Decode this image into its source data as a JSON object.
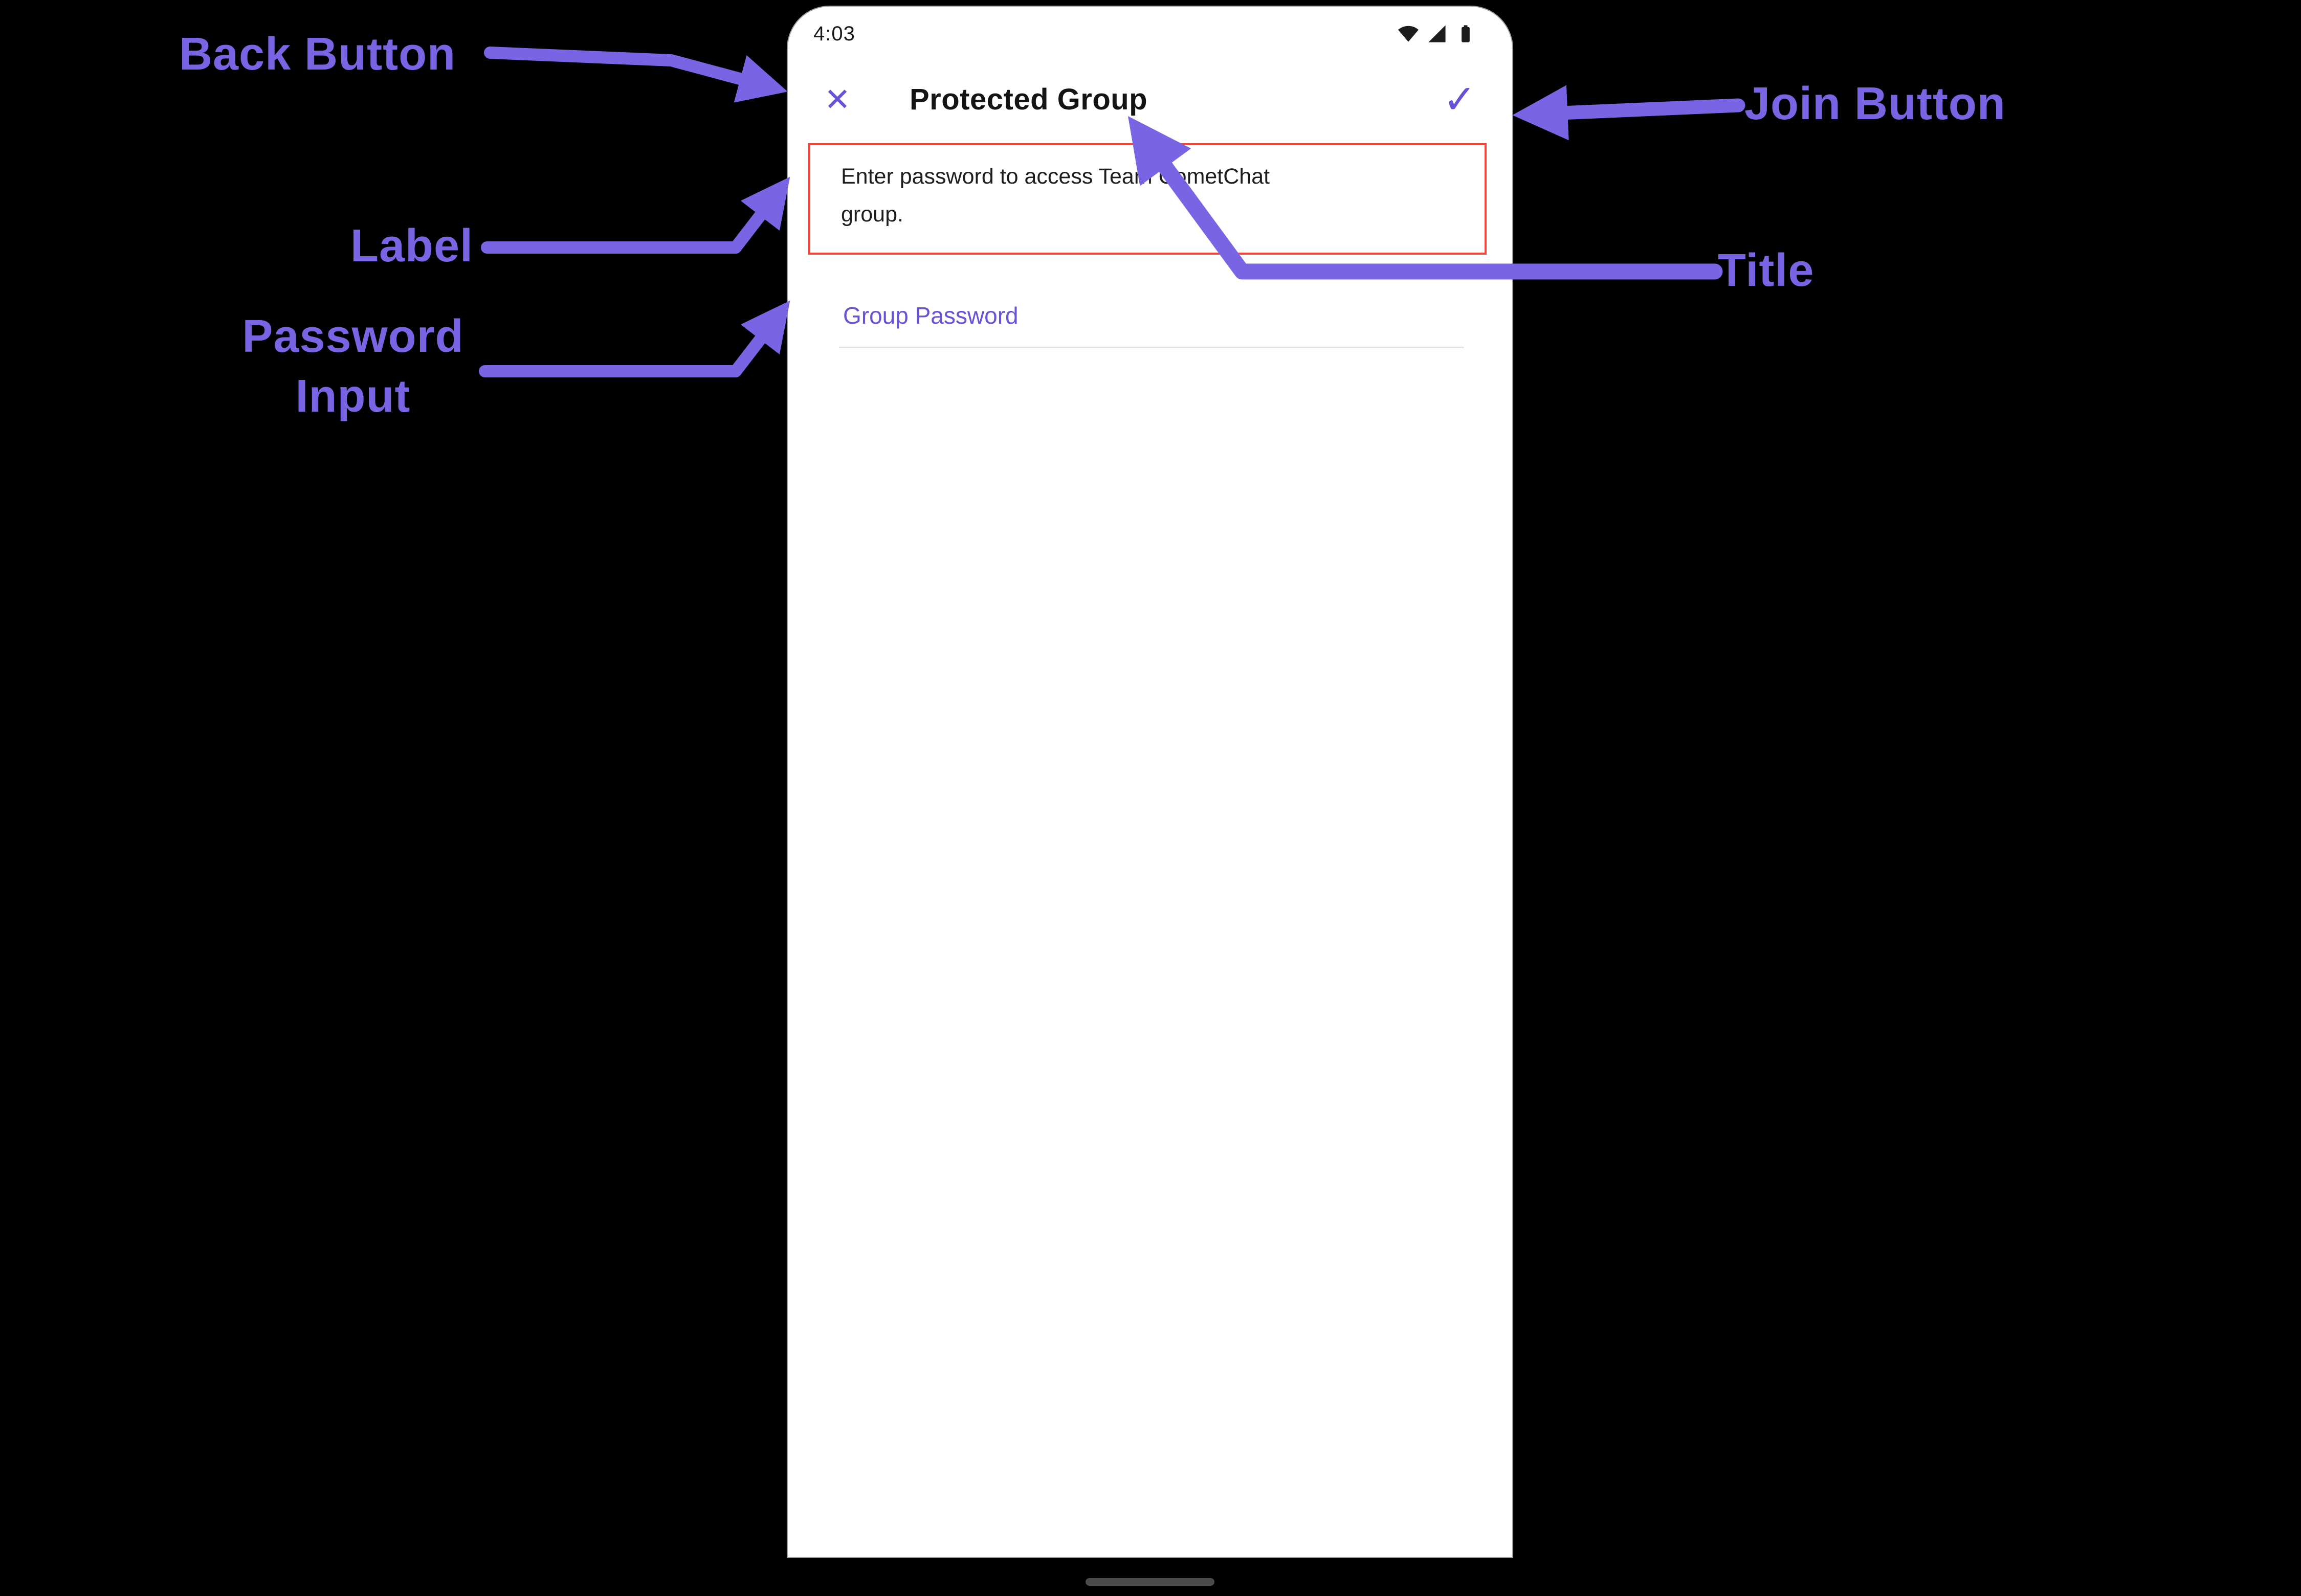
{
  "colors": {
    "annotation": "#7765E3",
    "accent": "#6852D6",
    "highlight_red": "#F5443C"
  },
  "annotations": {
    "back_button_label": "Back Button",
    "label_label": "Label",
    "password_input_label_line1": "Password",
    "password_input_label_line2": "Input",
    "join_button_label": "Join Button",
    "title_label": "Title"
  },
  "phone": {
    "status_bar": {
      "time": "4:03",
      "icons": [
        "wifi-icon",
        "signal-icon",
        "battery-icon"
      ]
    },
    "header": {
      "close_icon": "✕",
      "title": "Protected Group",
      "confirm_icon": "✓"
    },
    "content": {
      "description_line1": "Enter password to access Team CometChat",
      "description_line2": "group.",
      "password_placeholder": "Group Password"
    }
  }
}
